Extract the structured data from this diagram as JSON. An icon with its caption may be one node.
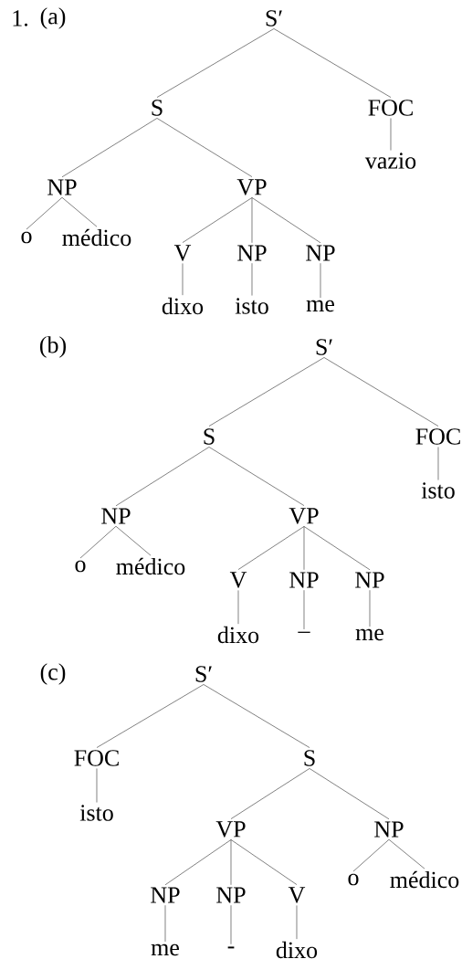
{
  "diagram": {
    "nodes": [
      {
        "text": [
          "S′"
        ]
      },
      {
        "text": [
          "S"
        ]
      },
      {
        "text": [
          "FOC"
        ]
      },
      {
        "text": [
          "vazio"
        ]
      },
      {
        "text": [
          "NP"
        ]
      },
      {
        "text": [
          "VP"
        ]
      },
      {
        "text": [
          "o"
        ]
      },
      {
        "text": [
          "médico"
        ]
      },
      {
        "text": [
          "V"
        ]
      },
      {
        "text": [
          "NP"
        ]
      },
      {
        "text": [
          "NP"
        ]
      },
      {
        "text": [
          "dixo"
        ]
      },
      {
        "text": [
          "isto"
        ]
      },
      {
        "text": [
          "me"
        ]
      },
      {
        "text": [
          "S′"
        ]
      },
      {
        "text": [
          "S"
        ]
      },
      {
        "text": [
          "FOC"
        ]
      },
      {
        "text": [
          "isto"
        ]
      },
      {
        "text": [
          "NP"
        ]
      },
      {
        "text": [
          "VP"
        ]
      },
      {
        "text": [
          "o"
        ]
      },
      {
        "text": [
          "médico"
        ]
      },
      {
        "text": [
          "V"
        ]
      },
      {
        "text": [
          "NP"
        ]
      },
      {
        "text": [
          "NP"
        ]
      },
      {
        "text": [
          "dixo"
        ]
      },
      {
        "text": [
          "–"
        ]
      },
      {
        "text": [
          "me"
        ]
      },
      {
        "text": [
          "S′"
        ]
      },
      {
        "text": [
          "FOC"
        ]
      },
      {
        "text": [
          "isto"
        ]
      },
      {
        "text": [
          "S"
        ]
      },
      {
        "text": [
          "VP"
        ]
      },
      {
        "text": [
          "NP"
        ]
      },
      {
        "text": [
          "NP"
        ]
      },
      {
        "text": [
          "NP"
        ]
      },
      {
        "text": [
          "V"
        ]
      },
      {
        "text": [
          "me"
        ]
      },
      {
        "text": [
          "-"
        ]
      },
      {
        "text": [
          "dixo"
        ]
      },
      {
        "text": [
          "o"
        ]
      },
      {
        "text": [
          "médico"
        ]
      }
    ],
    "edges": [
      {
        "from": 0,
        "to": 1,
        "arrow": "none"
      },
      {
        "from": 0,
        "to": 2,
        "arrow": "none"
      },
      {
        "from": 2,
        "to": 3,
        "arrow": "none"
      },
      {
        "from": 1,
        "to": 4,
        "arrow": "none"
      },
      {
        "from": 1,
        "to": 5,
        "arrow": "none"
      },
      {
        "from": 4,
        "to": 6,
        "arrow": "none"
      },
      {
        "from": 4,
        "to": 7,
        "arrow": "none"
      },
      {
        "from": 5,
        "to": 8,
        "arrow": "none"
      },
      {
        "from": 5,
        "to": 9,
        "arrow": "none"
      },
      {
        "from": 5,
        "to": 10,
        "arrow": "none"
      },
      {
        "from": 8,
        "to": 11,
        "arrow": "none"
      },
      {
        "from": 9,
        "to": 12,
        "arrow": "none"
      },
      {
        "from": 10,
        "to": 13,
        "arrow": "none"
      },
      {
        "from": 14,
        "to": 15,
        "arrow": "none"
      },
      {
        "from": 14,
        "to": 16,
        "arrow": "none"
      },
      {
        "from": 16,
        "to": 17,
        "arrow": "none"
      },
      {
        "from": 15,
        "to": 18,
        "arrow": "none"
      },
      {
        "from": 15,
        "to": 19,
        "arrow": "none"
      },
      {
        "from": 18,
        "to": 20,
        "arrow": "none"
      },
      {
        "from": 18,
        "to": 21,
        "arrow": "none"
      },
      {
        "from": 19,
        "to": 22,
        "arrow": "none"
      },
      {
        "from": 19,
        "to": 23,
        "arrow": "none"
      },
      {
        "from": 19,
        "to": 24,
        "arrow": "none"
      },
      {
        "from": 22,
        "to": 25,
        "arrow": "none"
      },
      {
        "from": 23,
        "to": 26,
        "arrow": "none"
      },
      {
        "from": 24,
        "to": 27,
        "arrow": "none"
      },
      {
        "from": 28,
        "to": 29,
        "arrow": "none"
      },
      {
        "from": 28,
        "to": 31,
        "arrow": "none"
      },
      {
        "from": 29,
        "to": 30,
        "arrow": "none"
      },
      {
        "from": 31,
        "to": 32,
        "arrow": "none"
      },
      {
        "from": 31,
        "to": 33,
        "arrow": "none"
      },
      {
        "from": 32,
        "to": 34,
        "arrow": "none"
      },
      {
        "from": 32,
        "to": 35,
        "arrow": "none"
      },
      {
        "from": 32,
        "to": 36,
        "arrow": "none"
      },
      {
        "from": 34,
        "to": 37,
        "arrow": "none"
      },
      {
        "from": 35,
        "to": 38,
        "arrow": "none"
      },
      {
        "from": 36,
        "to": 39,
        "arrow": "none"
      },
      {
        "from": 33,
        "to": 40,
        "arrow": "none"
      },
      {
        "from": 33,
        "to": 41,
        "arrow": "none"
      }
    ],
    "labels": [
      "1.",
      "(a)",
      "(b)",
      "(c)"
    ]
  }
}
